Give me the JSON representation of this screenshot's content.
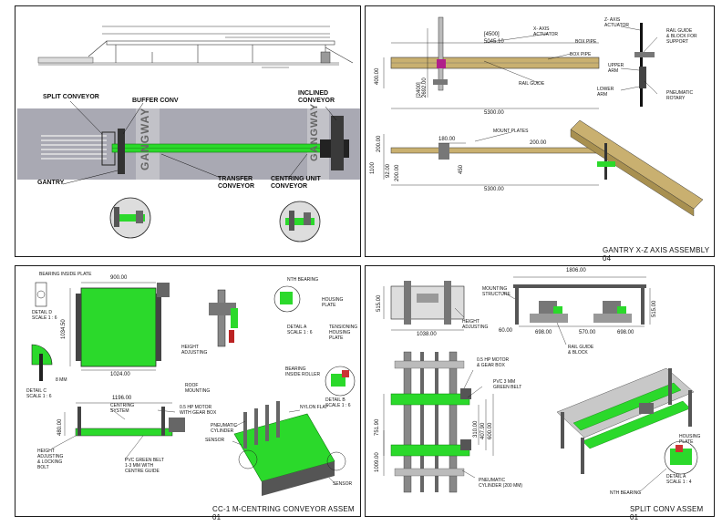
{
  "panels": {
    "gantry_overview": {
      "labels": {
        "split_conveyor": "SPLIT CONVEYOR",
        "buffer_conv": "BUFFER CONV",
        "inclined_conveyor": "INCLINED\nCONVEYOR",
        "gantry": "GANTRY",
        "transfer_conveyor": "TRANSFER\nCONVEYOR",
        "centring_unit_conveyor": "CENTRING UNIT\nCONVEYOR",
        "gangway_left": "GANGWAY",
        "gangway_right": "GANGWAY"
      }
    },
    "gantry_xz": {
      "title": "GANTRY X-Z AXIS ASSEMBLY 04",
      "labels": {
        "x_axis_actuator": "X- AXIS\nACTUATOR",
        "box_pipe_1": "BOX PIPE",
        "box_pipe_2": "BOX PIPE",
        "rail_guide": "RAIL GUIDE",
        "mount_plates": "MOUNT PLATES",
        "z_axis_actuator": "Z- AXIS\nACTUATOR",
        "upper_arm": "UPPER\nARM",
        "lower_arm": "LOWER\nARM",
        "rail_guide_block": "RAIL GUIDE\n& BLOCK FOR\nSUPPORT",
        "pneumatic_rotary": "PNEUMATIC\nROTARY"
      },
      "dims": {
        "d4500": "[4500]",
        "d5045": "5045.10",
        "d400": "400.00",
        "d2400": "[2400]",
        "d2692": "2692.00",
        "d5300a": "5300.00",
        "d180": "180.00",
        "d200a": "200.00",
        "d200b": "200.00",
        "d1100": "1100",
        "d92": "92.00",
        "d200c": "200.00",
        "d450": "450",
        "d5300b": "5300.00"
      }
    },
    "centring": {
      "title": "CC-1 M-CENTRING CONVEYOR ASSEM 01",
      "labels": {
        "bearing_inside_plate": "BEARING INSIDE PLATE",
        "detail_d": "DETAIL D\nSCALE 1 : 6",
        "detail_c": "DETAIL C\nSCALE 1 : 6",
        "mm8": "8 MM",
        "height_adjusting": "HEIGHT\nADJUSTING",
        "roof_mounting": "ROOF\nMOUNTING",
        "nth_bearing": "NTH BEARING",
        "housing_plate": "HOUSING\nPLATE",
        "detail_a": "DETAIL A\nSCALE 1 : 6",
        "tensioning_housing_plate": "TENSIONING\nHOUSING\nPLATE",
        "bearing_inside_roller": "BEARING\nINSIDE ROLLER",
        "detail_b": "DETAIL B\nSCALE 1 : 6",
        "centring_system": "CENTRING\nSYSTEM",
        "motor": "0.5 HP MOTOR\nWITH GEAR BOX",
        "height_adjusting_locking": "HEIGHT\nADJUSTING\n& LOCKING\nBOLT",
        "pvc_green_belt": "PVC GREEN BELT\n1-3 MM WITH\nCENTRE GUIDE",
        "nylon_flat": "NYLON FLAT",
        "pneumatic_cylinder": "PNEUMATIC\nCYLINDER",
        "sensor_a": "SENSOR",
        "sensor_b": "SENSOR"
      },
      "dims": {
        "d900": "900.00",
        "d1034": "1034.50",
        "d1024": "1024.00",
        "d1196": "1196.00",
        "d480": "480.00"
      }
    },
    "split": {
      "title": "SPLIT CONV ASSEM 01",
      "labels": {
        "mounting_structure": "MOUNTING\nSTRUCTURE",
        "height_adjusting": "HEIGHT\nADJUSTING",
        "motor": "0.5 HP MOTOR\n& GEAR BOX",
        "pvc_belt": "PVC 3 MM\nGREEN BELT",
        "rail_guide_block": "RAIL GUIDE\n& BLOCK",
        "pneumatic_cylinder": "PNEUMATIC\nCYLINDER (200 MM)",
        "housing_plate": "HOUSING\nPLATE",
        "nth_bearing": "NTH BEARING",
        "detail_a": "DETAIL A\nSCALE 1 : 4"
      },
      "dims": {
        "d1806": "1806.00",
        "d515a": "515.00",
        "d1038": "1038.00",
        "d515b": "515.00",
        "d60": "60.00",
        "d698a": "698.00",
        "d570": "570.00",
        "d698b": "698.00",
        "d751": "751.90",
        "d310": "310.00",
        "d407": "407.90",
        "d600": "600.00",
        "d1009": "1009.00"
      }
    }
  },
  "colors": {
    "belt_green": "#2bd92b",
    "floor_grey": "#a9a9b3",
    "frame_grey": "#5a5a5a",
    "wood": "#c9b070",
    "magenta": "#b0208a"
  }
}
